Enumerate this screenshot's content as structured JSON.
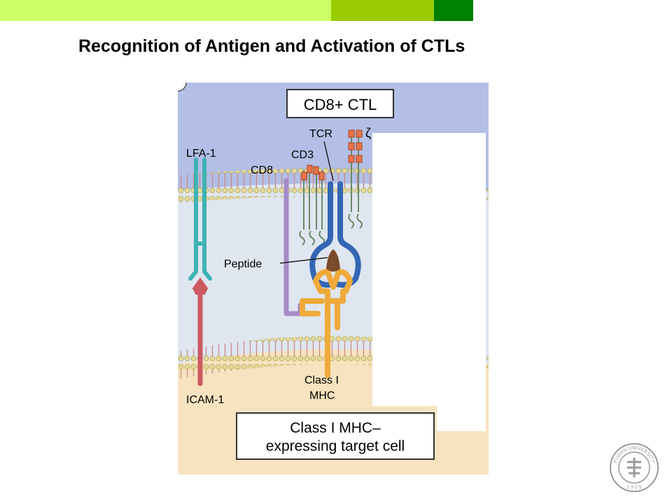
{
  "slide": {
    "title": "Recognition of Antigen and Activation of CTLs"
  },
  "diagram": {
    "top_cell_label": "CD8+ CTL",
    "bottom_cell_label_line1": "Class I MHC–",
    "bottom_cell_label_line2": "expressing target cell",
    "molecules": {
      "lfa1": "LFA-1",
      "icam1": "ICAM-1",
      "cd8": "CD8",
      "cd3": "CD3",
      "tcr": "TCR",
      "zeta": "ζ",
      "peptide": "Peptide",
      "mhc_line1": "Class I",
      "mhc_line2": "MHC"
    },
    "colors": {
      "ctl_cytoplasm": "#b3bfe6",
      "target_cytoplasm": "#f7e3bf",
      "extracellular": "#dfe6f0",
      "lfa1": "#3fb3b3",
      "icam1": "#cc5a60",
      "cd8": "#a58cc6",
      "tcr": "#3366b3",
      "mhc": "#efaa3a",
      "peptide": "#7a4a2a",
      "cd3_itam": "#e8744a"
    }
  },
  "logo": {
    "name": "university-seal",
    "text": "FUDAN UNIVERSITY 1905"
  }
}
